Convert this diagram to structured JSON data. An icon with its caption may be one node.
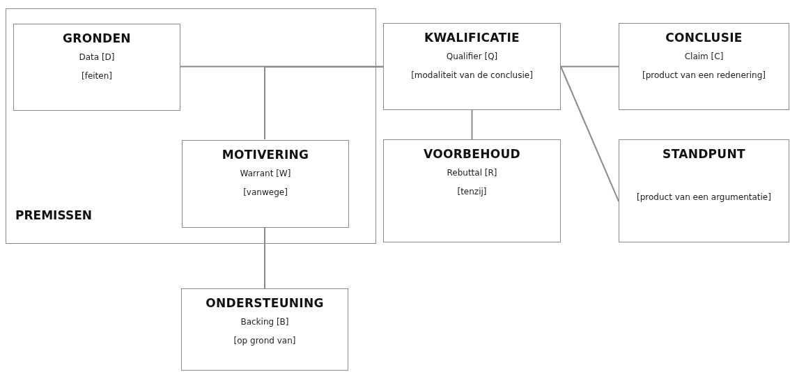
{
  "diagram": {
    "nodes": [
      {
        "text": [
          "PREMISSEN"
        ]
      },
      {
        "text": [
          "GRONDEN",
          "Data [D]",
          "[feiten]"
        ],
        "in": 0
      },
      {
        "text": [
          "MOTIVERING",
          "Warrant [W]",
          "[vanwege]"
        ],
        "in": 0
      },
      {
        "text": [
          "KWALIFICATIE",
          "Qualifier [Q]",
          "[modaliteit van de conclusie]"
        ]
      },
      {
        "text": [
          "VOORBEHOUD",
          "Rebuttal [R]",
          "[tenzij]"
        ]
      },
      {
        "text": [
          "CONCLUSIE",
          "Claim [C]",
          "[product van een redenering]"
        ]
      },
      {
        "text": [
          "STANDPUNT",
          "[product van een argumentatie]"
        ]
      },
      {
        "text": [
          "ONDERSTEUNING",
          "Backing [B]",
          "[op grond van]"
        ]
      }
    ],
    "edges": [
      {
        "from": 1,
        "to": 3,
        "arrow": "none"
      },
      {
        "from": 2,
        "to": 3,
        "arrow": "none"
      },
      {
        "from": 3,
        "to": 5,
        "arrow": "none"
      },
      {
        "from": 3,
        "to": 6,
        "arrow": "none"
      },
      {
        "from": 3,
        "to": 4,
        "arrow": "none"
      },
      {
        "from": 2,
        "to": 7,
        "arrow": "none"
      }
    ]
  }
}
